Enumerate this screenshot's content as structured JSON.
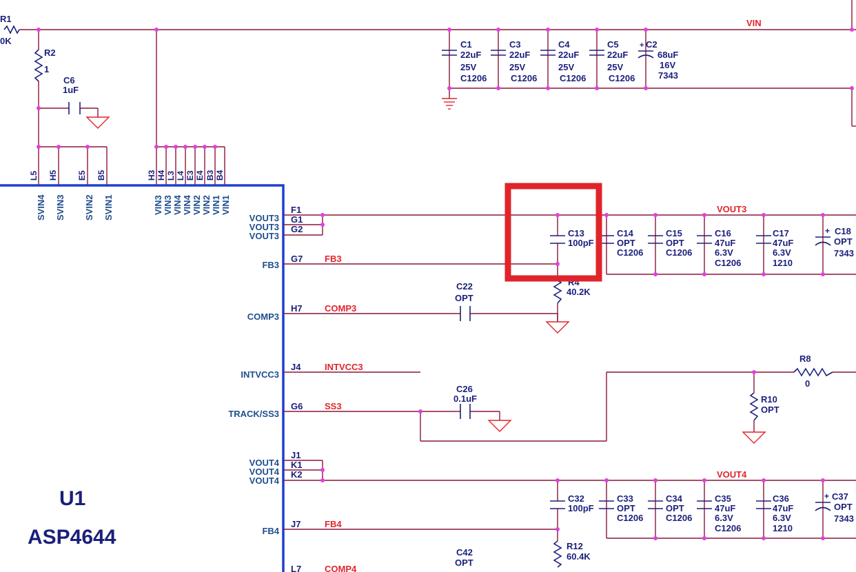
{
  "chip": {
    "ref": "U1",
    "part": "ASP4644",
    "top_pins": [
      "L5",
      "H5",
      "E5",
      "B5",
      "H3",
      "H4",
      "L3",
      "L4",
      "E3",
      "E4",
      "B3",
      "B4"
    ],
    "top_nets": [
      "SVIN4",
      "SVIN3",
      "SVIN2",
      "SVIN1",
      "VIN3",
      "VIN3",
      "VIN4",
      "VIN4",
      "VIN2",
      "VIN2",
      "VIN1",
      "VIN1"
    ],
    "right_nets": [
      "VOUT3",
      "VOUT3",
      "VOUT3",
      "FB3",
      "COMP3",
      "INTVCC3",
      "TRACK/SS3",
      "VOUT4",
      "VOUT4",
      "VOUT4",
      "FB4"
    ],
    "right_pins": [
      "F1",
      "G1",
      "G2",
      "G7",
      "H7",
      "J4",
      "G6",
      "J1",
      "K1",
      "K2",
      "J7",
      "L7"
    ]
  },
  "nets": {
    "vin": "VIN",
    "vout3": "VOUT3",
    "vout4": "VOUT4",
    "fb3": "FB3",
    "comp3": "COMP3",
    "intvcc3": "INTVCC3",
    "ss3": "SS3",
    "fb4": "FB4",
    "comp4": "COMP4"
  },
  "components": {
    "r1": {
      "ref": "R1",
      "val": "0K"
    },
    "r2": {
      "ref": "R2",
      "val": "1"
    },
    "c6": {
      "ref": "C6",
      "val": "1uF"
    },
    "c1": {
      "ref": "C1",
      "val": "22uF",
      "v": "25V",
      "pkg": "C1206"
    },
    "c3": {
      "ref": "C3",
      "val": "22uF",
      "v": "25V",
      "pkg": "C1206"
    },
    "c4": {
      "ref": "C4",
      "val": "22uF",
      "v": "25V",
      "pkg": "C1206"
    },
    "c5": {
      "ref": "C5",
      "val": "22uF",
      "v": "25V",
      "pkg": "C1206"
    },
    "c2": {
      "ref": "C2",
      "val": "68uF",
      "v": "16V",
      "pkg": "7343"
    },
    "c13": {
      "ref": "C13",
      "val": "100pF"
    },
    "c14": {
      "ref": "C14",
      "val": "OPT",
      "pkg": "C1206"
    },
    "c15": {
      "ref": "C15",
      "val": "OPT",
      "pkg": "C1206"
    },
    "c16": {
      "ref": "C16",
      "val": "47uF",
      "v": "6.3V",
      "pkg": "C1206"
    },
    "c17": {
      "ref": "C17",
      "val": "47uF",
      "v": "6.3V",
      "pkg": "1210"
    },
    "c18": {
      "ref": "C18",
      "val": "OPT",
      "pkg": "7343"
    },
    "r4": {
      "ref": "R4",
      "val": "40.2K"
    },
    "c22": {
      "ref": "C22",
      "val": "OPT"
    },
    "r8": {
      "ref": "R8",
      "val": "0"
    },
    "r10": {
      "ref": "R10",
      "val": "OPT"
    },
    "c26": {
      "ref": "C26",
      "val": "0.1uF"
    },
    "c32": {
      "ref": "C32",
      "val": "100pF"
    },
    "c33": {
      "ref": "C33",
      "val": "OPT",
      "pkg": "C1206"
    },
    "c34": {
      "ref": "C34",
      "val": "OPT",
      "pkg": "C1206"
    },
    "c35": {
      "ref": "C35",
      "val": "47uF",
      "v": "6.3V",
      "pkg": "C1206"
    },
    "c36": {
      "ref": "C36",
      "val": "47uF",
      "v": "6.3V",
      "pkg": "1210"
    },
    "c37": {
      "ref": "C37",
      "val": "OPT",
      "pkg": "7343"
    },
    "r12": {
      "ref": "R12",
      "val": "60.4K"
    },
    "c42": {
      "ref": "C42",
      "val": "OPT"
    }
  },
  "colors": {
    "wire": "#8b1538",
    "symbol": "#1a1f7a",
    "net_label": "#e0242b",
    "junction": "#e040e0",
    "chip_outline": "#1f3fd0",
    "highlight": "#e0242b"
  }
}
